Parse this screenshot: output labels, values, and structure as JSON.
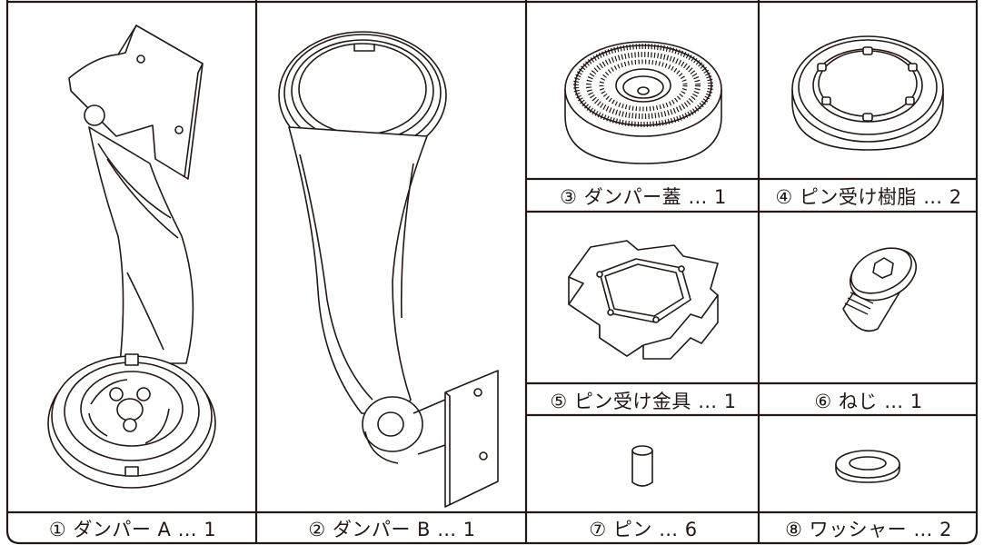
{
  "parts": [
    {
      "id": "damper-a",
      "label": "① ダンパー A … 1"
    },
    {
      "id": "damper-b",
      "label": "② ダンパー B … 1"
    },
    {
      "id": "damper-lid",
      "label": "③ ダンパー蓋 … 1"
    },
    {
      "id": "pin-resin",
      "label": "④ ピン受け樹脂 … 2"
    },
    {
      "id": "pin-bracket",
      "label": "⑤ ピン受け金具 … 1"
    },
    {
      "id": "screw",
      "label": "⑥ ねじ … 1"
    },
    {
      "id": "pin",
      "label": "⑦ ピン … 6"
    },
    {
      "id": "washer",
      "label": "⑧ ワッシャー … 2"
    }
  ]
}
